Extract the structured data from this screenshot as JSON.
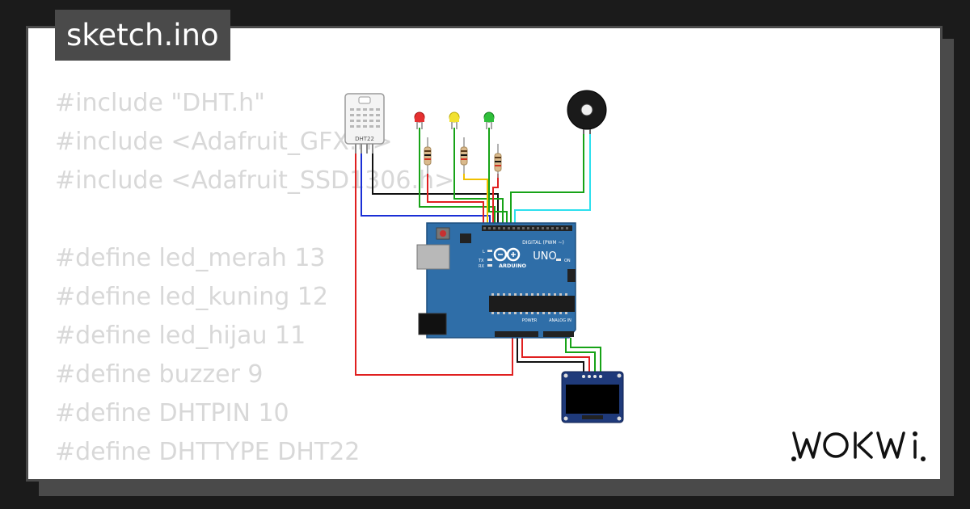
{
  "file": {
    "name": "sketch.ino"
  },
  "code_lines": [
    "#include \"DHT.h\"",
    "#include <Adafruit_GFX.h>",
    "#include <Adafruit_SSD1306.h>",
    "",
    "#define led_merah 13",
    "#define led_kuning 12",
    "#define led_hijau 11",
    "#define buzzer 9",
    "#define DHTPIN 10",
    "#define DHTTYPE DHT22"
  ],
  "circuit": {
    "sensor_label": "DHT22",
    "board_brand": "ARDUINO",
    "board_model": "UNO",
    "digital_header_label": "DIGITAL (PWM ~)",
    "power_label": "POWER",
    "analog_label": "ANALOG IN",
    "on_label": "ON",
    "led_l_label": "L",
    "tx_label": "TX",
    "rx_label": "RX"
  },
  "brand": {
    "logo_text": "WOKWi"
  },
  "colors": {
    "background": "#1b1b1b",
    "card_border": "#4a4a4a",
    "code_text": "#d8d8d8",
    "board": "#2f6ea8",
    "wire_red": "#e02020",
    "wire_green": "#17a317",
    "wire_blue": "#1a2fd6",
    "wire_cyan": "#2ee0ee",
    "wire_yellow": "#f0c000",
    "wire_black": "#111111"
  }
}
